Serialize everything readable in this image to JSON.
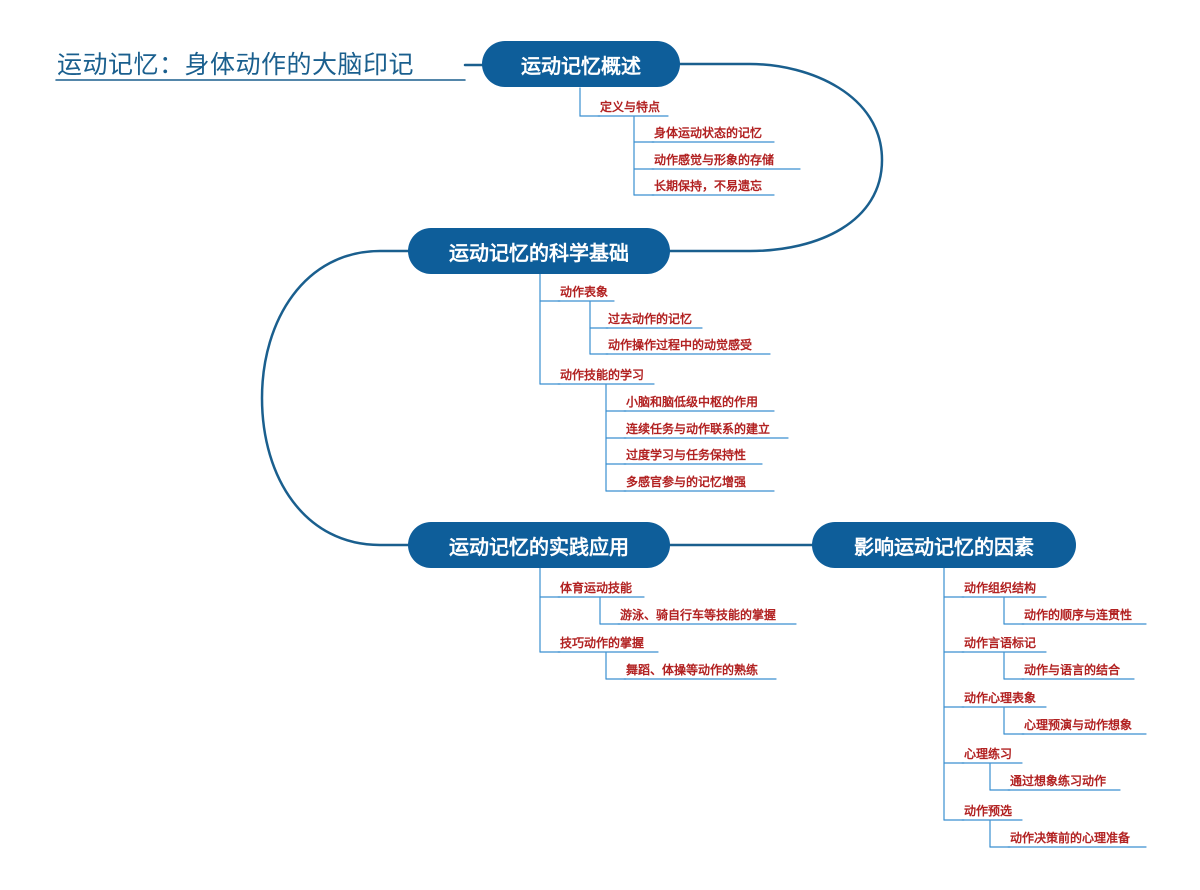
{
  "title": "运动记忆：身体动作的大脑印记",
  "colors": {
    "node_fill": "#0e5e9a",
    "line": "#1a5f8e",
    "leaf_text": "#b22222",
    "branch_line": "#3a8fd0"
  },
  "topics": {
    "t1": {
      "label": "运动记忆概述",
      "b1": {
        "label": "定义与特点",
        "leaves": [
          "身体运动状态的记忆",
          "动作感觉与形象的存储",
          "长期保持，不易遗忘"
        ]
      }
    },
    "t2": {
      "label": "运动记忆的科学基础",
      "b1": {
        "label": "动作表象",
        "leaves": [
          "过去动作的记忆",
          "动作操作过程中的动觉感受"
        ]
      },
      "b2": {
        "label": "动作技能的学习",
        "leaves": [
          "小脑和脑低级中枢的作用",
          "连续任务与动作联系的建立",
          "过度学习与任务保持性",
          "多感官参与的记忆增强"
        ]
      }
    },
    "t3": {
      "label": "运动记忆的实践应用",
      "b1": {
        "label": "体育运动技能",
        "leaves": [
          "游泳、骑自行车等技能的掌握"
        ]
      },
      "b2": {
        "label": "技巧动作的掌握",
        "leaves": [
          "舞蹈、体操等动作的熟练"
        ]
      }
    },
    "t4": {
      "label": "影响运动记忆的因素",
      "b1": {
        "label": "动作组织结构",
        "leaves": [
          "动作的顺序与连贯性"
        ]
      },
      "b2": {
        "label": "动作言语标记",
        "leaves": [
          "动作与语言的结合"
        ]
      },
      "b3": {
        "label": "动作心理表象",
        "leaves": [
          "心理预演与动作想象"
        ]
      },
      "b4": {
        "label": "心理练习",
        "leaves": [
          "通过想象练习动作"
        ]
      },
      "b5": {
        "label": "动作预选",
        "leaves": [
          "动作决策前的心理准备"
        ]
      }
    }
  }
}
